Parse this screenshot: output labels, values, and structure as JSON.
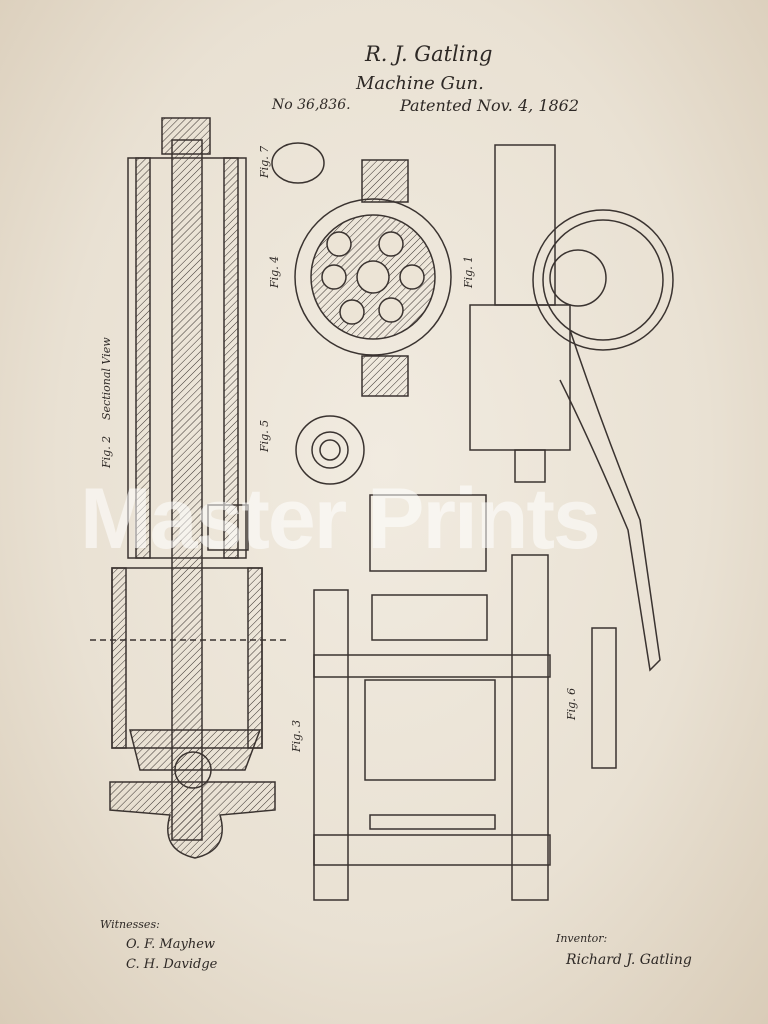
{
  "header": {
    "inventor": "R. J. Gatling",
    "title": "Machine Gun.",
    "patent_number": "No 36,836.",
    "patented": "Patented Nov. 4, 1862"
  },
  "figures": {
    "fig1": "Fig. 1",
    "fig2": "Fig. 2",
    "fig2_caption": "Sectional View",
    "fig3": "Fig. 3",
    "fig4": "Fig. 4",
    "fig5": "Fig. 5",
    "fig6": "Fig. 6",
    "fig7": "Fig. 7"
  },
  "footer": {
    "witnesses_label": "Witnesses:",
    "witness_1": "O. F. Mayhew",
    "witness_2": "C. H. Davidge",
    "inventor_label": "Inventor:",
    "inventor_signature": "Richard J. Gatling"
  },
  "watermark": "Master Prints"
}
